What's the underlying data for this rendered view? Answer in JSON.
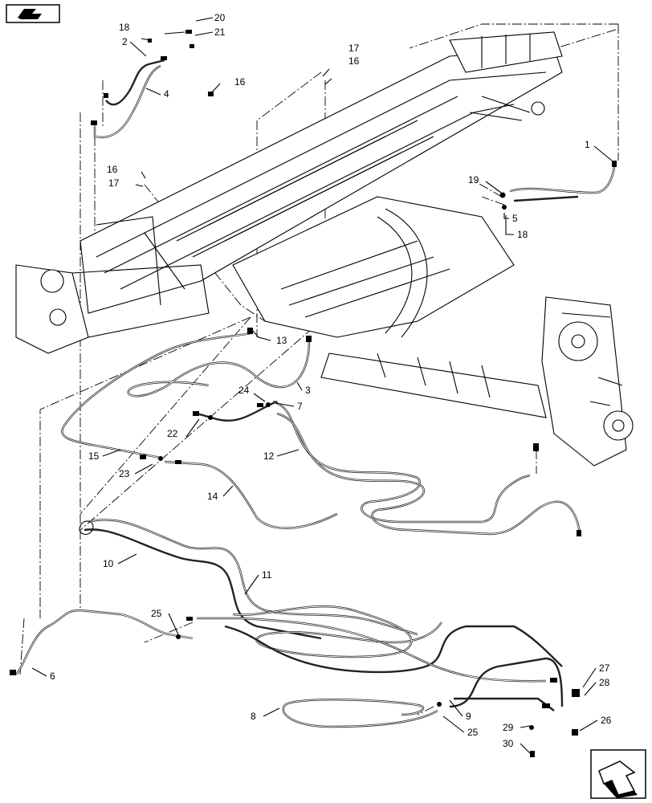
{
  "icons": {
    "top_left": "book-icon",
    "bottom_right": "next-page-arrow-icon"
  },
  "callouts": {
    "c1": "1",
    "c2": "2",
    "c3": "3",
    "c4": "4",
    "c5": "5",
    "c6": "6",
    "c7": "7",
    "c8": "8",
    "c9": "9",
    "c10": "10",
    "c11": "11",
    "c12": "12",
    "c13": "13",
    "c14": "14",
    "c15": "15",
    "c16a": "16",
    "c16b": "16",
    "c16c": "16",
    "c17a": "17",
    "c17b": "17",
    "c18a": "18",
    "c18b": "18",
    "c19": "19",
    "c20": "20",
    "c21": "21",
    "c22": "22",
    "c23": "23",
    "c24": "24",
    "c25a": "25",
    "c25b": "25",
    "c26": "26",
    "c27": "27",
    "c28": "28",
    "c29": "29",
    "c30": "30"
  }
}
